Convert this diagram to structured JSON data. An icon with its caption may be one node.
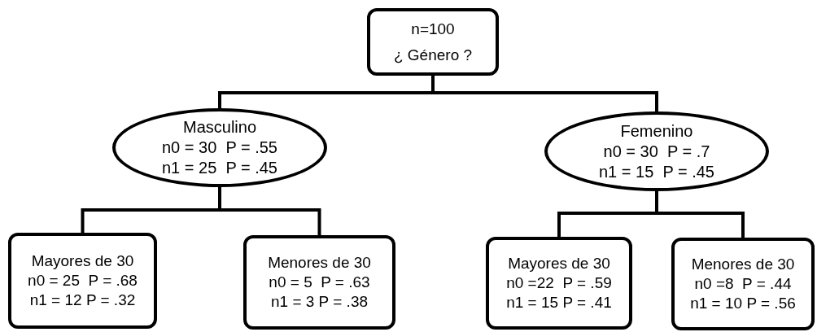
{
  "diagram": {
    "nodes": [
      {
        "text": [
          "n=100",
          "¿ Género ?"
        ]
      },
      {
        "text": [
          "Masculino",
          "n0 = 30  P = .55",
          "n1 = 25  P = .45"
        ]
      },
      {
        "text": [
          "Femenino",
          "n0 = 30  P = .7",
          "n1 = 15  P = .45"
        ]
      },
      {
        "text": [
          "Mayores de 30",
          "n0 = 25  P = .68",
          "n1 = 12 P = .32"
        ]
      },
      {
        "text": [
          "Menores de 30",
          "n0 = 5  P = .63",
          "n1 = 3 P = .38"
        ]
      },
      {
        "text": [
          "Mayores de 30",
          "n0 =22  P = .59",
          "n1 = 15 P = .41"
        ]
      },
      {
        "text": [
          "Menores de 30",
          "n0 =8  P = .44",
          "n1 = 10 P = .56"
        ]
      }
    ],
    "edges": [
      {
        "from": 0,
        "to": 1,
        "arrow": "none"
      },
      {
        "from": 0,
        "to": 2,
        "arrow": "none"
      },
      {
        "from": 1,
        "to": 3,
        "arrow": "none"
      },
      {
        "from": 1,
        "to": 4,
        "arrow": "none"
      },
      {
        "from": 2,
        "to": 5,
        "arrow": "none"
      },
      {
        "from": 2,
        "to": 6,
        "arrow": "none"
      }
    ]
  }
}
